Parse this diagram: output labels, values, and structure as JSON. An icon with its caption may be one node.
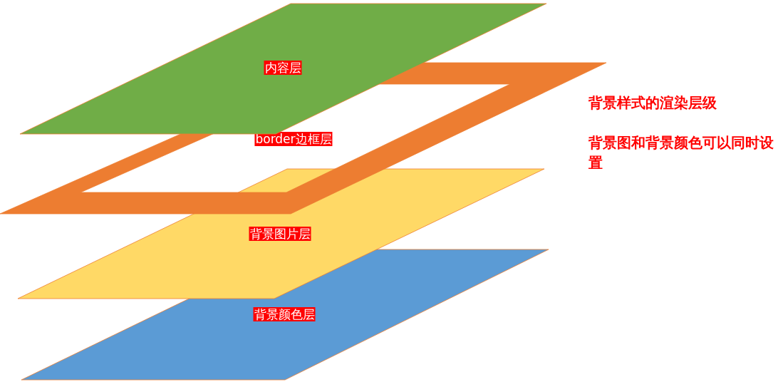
{
  "diagram": {
    "nodes": [
      {
        "text": [
          "内容层"
        ]
      },
      {
        "text": [
          "border边框层"
        ]
      },
      {
        "text": [
          "背景图片层"
        ]
      },
      {
        "text": [
          "背景颜色层"
        ]
      }
    ],
    "labels": [
      "背景样式的渲染层级",
      "背景图和背景颜色可以同时设置"
    ]
  }
}
